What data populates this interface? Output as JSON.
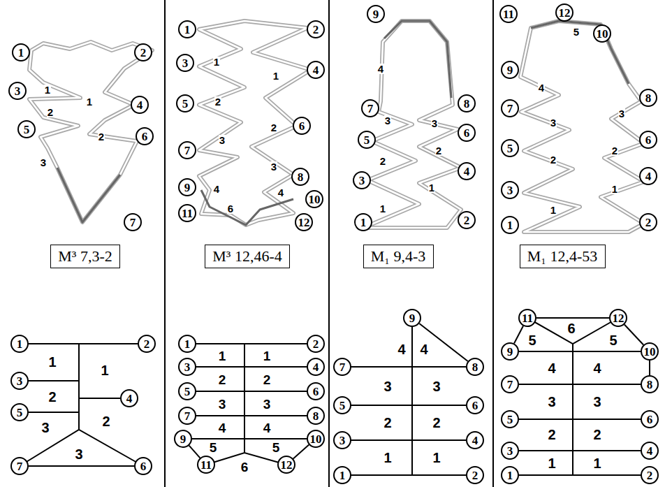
{
  "diagram": {
    "nodes": [
      {
        "text": [
          "1"
        ]
      },
      {
        "text": [
          "2"
        ]
      },
      {
        "text": [
          "3"
        ]
      },
      {
        "text": [
          "4"
        ]
      },
      {
        "text": [
          "5"
        ]
      },
      {
        "text": [
          "6"
        ]
      },
      {
        "text": [
          "7"
        ]
      },
      {
        "text": [
          "M³ 7,3-2"
        ]
      },
      {
        "text": [
          "1"
        ]
      },
      {
        "text": [
          "2"
        ]
      },
      {
        "text": [
          "3"
        ]
      },
      {
        "text": [
          "4"
        ]
      },
      {
        "text": [
          "5"
        ]
      },
      {
        "text": [
          "7"
        ]
      },
      {
        "text": [
          "6"
        ]
      },
      {
        "text": [
          "1"
        ]
      },
      {
        "text": [
          "2"
        ]
      },
      {
        "text": [
          "3"
        ]
      },
      {
        "text": [
          "4"
        ]
      },
      {
        "text": [
          "5"
        ]
      },
      {
        "text": [
          "6"
        ]
      },
      {
        "text": [
          "7"
        ]
      },
      {
        "text": [
          "8"
        ]
      },
      {
        "text": [
          "9"
        ]
      },
      {
        "text": [
          "10"
        ]
      },
      {
        "text": [
          "11"
        ]
      },
      {
        "text": [
          "12"
        ]
      },
      {
        "text": [
          "M³ 12,46-4"
        ]
      },
      {
        "text": [
          "1"
        ]
      },
      {
        "text": [
          "2"
        ]
      },
      {
        "text": [
          "3"
        ]
      },
      {
        "text": [
          "4"
        ]
      },
      {
        "text": [
          "5"
        ]
      },
      {
        "text": [
          "6"
        ]
      },
      {
        "text": [
          "7"
        ]
      },
      {
        "text": [
          "8"
        ]
      },
      {
        "text": [
          "9"
        ]
      },
      {
        "text": [
          "10"
        ]
      },
      {
        "text": [
          "11"
        ]
      },
      {
        "text": [
          "12"
        ]
      },
      {
        "text": [
          "9"
        ]
      },
      {
        "text": [
          "7"
        ]
      },
      {
        "text": [
          "8"
        ]
      },
      {
        "text": [
          "5"
        ]
      },
      {
        "text": [
          "6"
        ]
      },
      {
        "text": [
          "3"
        ]
      },
      {
        "text": [
          "4"
        ]
      },
      {
        "text": [
          "1"
        ]
      },
      {
        "text": [
          "2"
        ]
      },
      {
        "text": [
          "M₁ 9,4-3"
        ]
      },
      {
        "text": [
          "9"
        ]
      },
      {
        "text": [
          "7"
        ]
      },
      {
        "text": [
          "8"
        ]
      },
      {
        "text": [
          "5"
        ]
      },
      {
        "text": [
          "6"
        ]
      },
      {
        "text": [
          "3"
        ]
      },
      {
        "text": [
          "4"
        ]
      },
      {
        "text": [
          "1"
        ]
      },
      {
        "text": [
          "2"
        ]
      },
      {
        "text": [
          "11"
        ]
      },
      {
        "text": [
          "12"
        ]
      },
      {
        "text": [
          "10"
        ]
      },
      {
        "text": [
          "9"
        ]
      },
      {
        "text": [
          "8"
        ]
      },
      {
        "text": [
          "7"
        ]
      },
      {
        "text": [
          "6"
        ]
      },
      {
        "text": [
          "5"
        ]
      },
      {
        "text": [
          "4"
        ]
      },
      {
        "text": [
          "3"
        ]
      },
      {
        "text": [
          "2"
        ]
      },
      {
        "text": [
          "1"
        ]
      },
      {
        "text": [
          "M₁ 12,4-53"
        ]
      },
      {
        "text": [
          "11"
        ]
      },
      {
        "text": [
          "12"
        ]
      },
      {
        "text": [
          "9"
        ]
      },
      {
        "text": [
          "10"
        ]
      },
      {
        "text": [
          "7"
        ]
      },
      {
        "text": [
          "8"
        ]
      },
      {
        "text": [
          "5"
        ]
      },
      {
        "text": [
          "6"
        ]
      },
      {
        "text": [
          "3"
        ]
      },
      {
        "text": [
          "4"
        ]
      },
      {
        "text": [
          "1"
        ]
      },
      {
        "text": [
          "2"
        ]
      }
    ],
    "edges": [
      {
        "from": 13,
        "to": 14,
        "arrow": "none"
      },
      {
        "from": 36,
        "to": 38,
        "arrow": "none"
      },
      {
        "from": 37,
        "to": 39,
        "arrow": "none"
      },
      {
        "from": 50,
        "to": 52,
        "arrow": "none"
      },
      {
        "from": 72,
        "to": 73,
        "arrow": "none"
      },
      {
        "from": 72,
        "to": 74,
        "arrow": "none"
      },
      {
        "from": 73,
        "to": 75,
        "arrow": "none"
      },
      {
        "from": 75,
        "to": 77,
        "arrow": "none"
      }
    ],
    "labels": [
      "1",
      "1",
      "2",
      "2",
      "3",
      "1",
      "1",
      "2",
      "3",
      "2",
      "3",
      "1",
      "1",
      "2",
      "2",
      "3",
      "3",
      "4",
      "4",
      "6",
      "1",
      "1",
      "2",
      "2",
      "3",
      "3",
      "4",
      "4",
      "5",
      "5",
      "6",
      "4",
      "3",
      "3",
      "2",
      "2",
      "1",
      "1",
      "4",
      "4",
      "3",
      "3",
      "2",
      "2",
      "1",
      "1",
      "5",
      "4",
      "3",
      "3",
      "2",
      "2",
      "1",
      "1",
      "6",
      "5",
      "5",
      "4",
      "4",
      "3",
      "3",
      "2",
      "2",
      "1",
      "1"
    ]
  }
}
